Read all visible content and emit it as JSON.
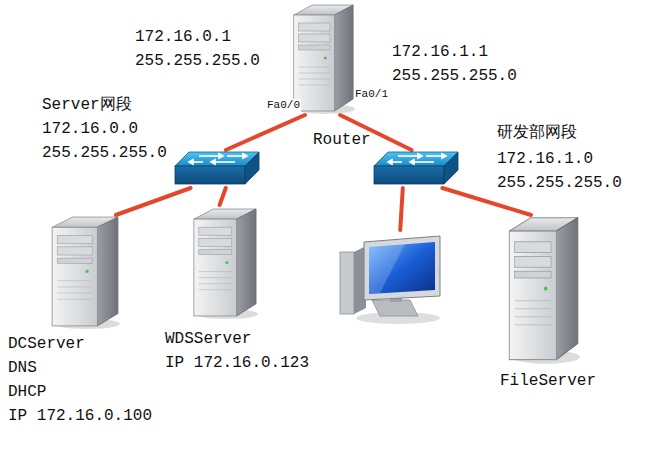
{
  "diagram": {
    "nodes": [
      {
        "text": [
          "Router"
        ]
      },
      {
        "text": []
      },
      {
        "text": []
      },
      {
        "text": [
          "DCServer",
          "DNS",
          "DHCP",
          "IP 172.16.0.100"
        ]
      },
      {
        "text": [
          "WDSServer",
          "IP 172.16.0.123"
        ]
      },
      {
        "text": []
      },
      {
        "text": [
          "FileServer"
        ]
      }
    ],
    "edges": [
      {
        "from": 0,
        "to": 1,
        "arrow": "none"
      },
      {
        "from": 0,
        "to": 2,
        "arrow": "none"
      },
      {
        "from": 1,
        "to": 3,
        "arrow": "none"
      },
      {
        "from": 1,
        "to": 4,
        "arrow": "none"
      },
      {
        "from": 2,
        "to": 5,
        "arrow": "none"
      },
      {
        "from": 2,
        "to": 6,
        "arrow": "none"
      }
    ],
    "labels": [
      "172.16.0.1",
      "255.255.255.0",
      "172.16.1.1",
      "255.255.255.0",
      "Fa0/0",
      "Fa0/1",
      "Server网段",
      "172.16.0.0",
      "255.255.255.0",
      "研发部网段",
      "172.16.1.0",
      "255.255.255.0"
    ]
  }
}
